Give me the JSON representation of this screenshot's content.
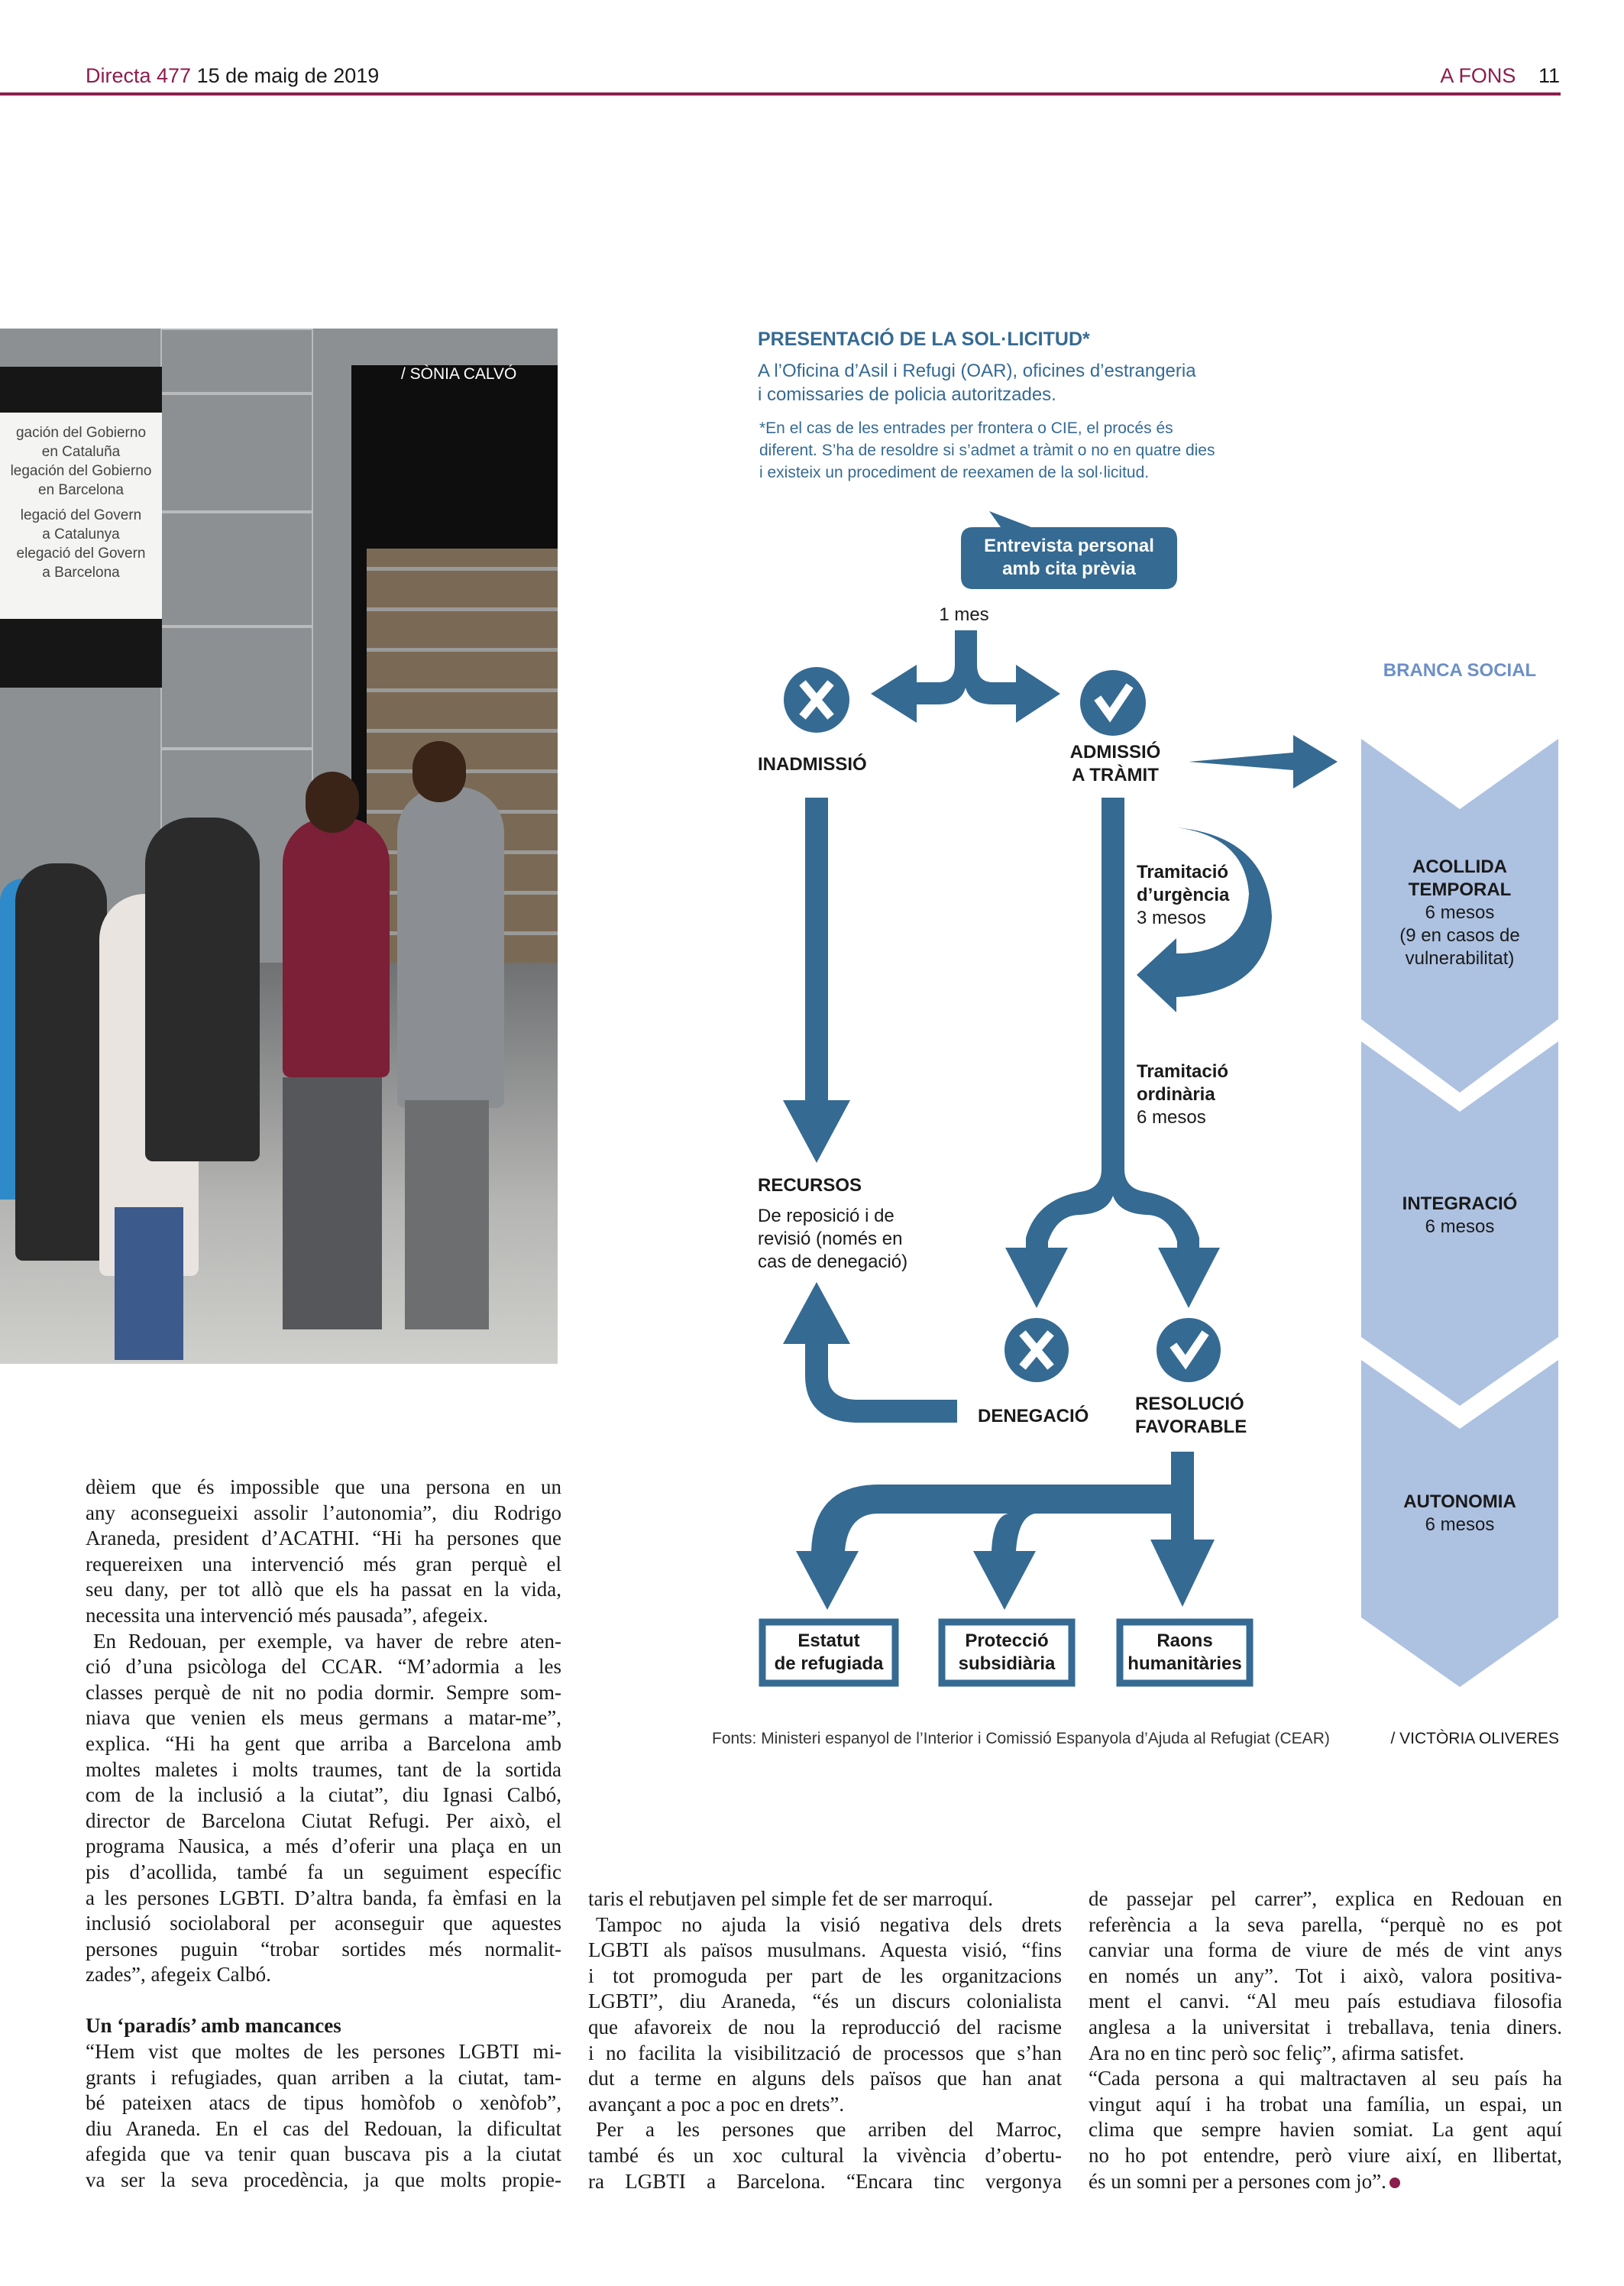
{
  "header": {
    "publication": "Directa 477",
    "date": "15 de maig de 2019",
    "section": "A FONS",
    "page_number": "11"
  },
  "photo": {
    "credit": "/ SÒNIA CALVÓ",
    "sign_lines": [
      "gación del Gobierno",
      "en Cataluña",
      "legación del Gobierno",
      "en Barcelona",
      "legació del Govern",
      "a Catalunya",
      "elegació del Govern",
      "a Barcelona"
    ]
  },
  "diagram": {
    "title": "PRESENTACIÓ DE LA SOL·LICITUD*",
    "subtitle": [
      "A l’Oficina d’Asil i Refugi (OAR), oficines d’estrangeria",
      "i comissaries de policia autoritzades."
    ],
    "note": [
      "*En el cas de les entrades per frontera o CIE, el procés és",
      "diferent. S’ha de resoldre si s’admet a tràmit o no en quatre dies",
      "i existeix un procediment de reexamen de la sol·licitud."
    ],
    "interview": [
      "Entrevista personal",
      "amb cita prèvia"
    ],
    "one_month": "1 mes",
    "inadmission": "INADMISSIÓ",
    "admission": [
      "ADMISSIÓ",
      "A TRÀMIT"
    ],
    "urgent": {
      "title": [
        "Tramitació",
        "d’urgència"
      ],
      "duration": "3 mesos"
    },
    "ordinary": {
      "title": [
        "Tramitació",
        "ordinària"
      ],
      "duration": "6 mesos"
    },
    "appeals": {
      "title": "RECURSOS",
      "text": [
        "De reposició i de",
        "revisió (només en",
        "cas de denegació)"
      ]
    },
    "denial": "DENEGACIÓ",
    "favorable": [
      "RESOLUCIÓ",
      "FAVORABLE"
    ],
    "outcomes": [
      [
        "Estatut",
        "de refugiada"
      ],
      [
        "Protecció",
        "subsidiària"
      ],
      [
        "Raons",
        "humanitàries"
      ]
    ],
    "social_branch": {
      "label": "BRANCA SOCIAL",
      "stages": [
        {
          "title": [
            "ACOLLIDA",
            "TEMPORAL"
          ],
          "text": [
            "6 mesos",
            "(9 en casos de",
            "vulnerabilitat)"
          ]
        },
        {
          "title": [
            "INTEGRACIÓ"
          ],
          "text": [
            "6 mesos"
          ]
        },
        {
          "title": [
            "AUTONOMIA"
          ],
          "text": [
            "6 mesos"
          ]
        }
      ]
    },
    "sources": "Fonts: Ministeri espanyol de l’Interior i Comissió Espanyola d’Ajuda al Refugiat (CEAR)",
    "graphic_credit": "/ VICTÒRIA OLIVERES",
    "colors": {
      "dark_blue": "#356a92",
      "light_blue": "#adc1e1",
      "accent": "#8c1d4c"
    }
  },
  "article": {
    "columns": [
      {
        "blocks": [
          {
            "type": "p",
            "indent": false,
            "lines": [
              "dèiem que és impossible que una persona en un",
              "any aconsegueixi assolir l’autonomia”, diu Rodrigo",
              "Araneda, president d’ACATHI. “Hi ha persones que",
              "requereixen una intervenció més gran perquè el",
              "seu dany, per tot allò que els ha passat en la vida,",
              "necessita una intervenció més pausada”, afegeix."
            ]
          },
          {
            "type": "p",
            "indent": true,
            "lines": [
              "En Redouan, per exemple, va haver de rebre aten-",
              "ció d’una psicòloga del CCAR. “M’adormia a les",
              "classes perquè de nit no podia dormir. Sempre som-",
              "niava que venien els meus germans a matar-me”,",
              "explica. “Hi ha gent que arriba a Barcelona amb",
              "moltes maletes i molts traumes, tant de la sortida",
              "com de la inclusió a la ciutat”, diu Ignasi Calbó,",
              "director de Barcelona Ciutat Refugi. Per això, el",
              "programa Nausica, a més d’oferir una plaça en un",
              "pis d’acollida, també fa un seguiment específic",
              "a les persones LGBTI. D’altra banda, fa èmfasi en la",
              "inclusió sociolaboral per aconseguir que aquestes",
              "persones puguin “trobar sortides més normalit-",
              "zades”, afegeix Calbó."
            ]
          },
          {
            "type": "gap"
          },
          {
            "type": "h",
            "text": "Un ‘paradís’ amb mancances"
          },
          {
            "type": "p",
            "indent": false,
            "open": true,
            "lines": [
              "“Hem vist que moltes de les persones LGBTI mi-",
              "grants i refugiades, quan arriben a la ciutat, tam-",
              "bé pateixen atacs de tipus homòfob o xenòfob”,",
              "diu Araneda. En el cas del Redouan, la dificultat",
              "afegida que va tenir quan buscava pis a la ciutat",
              "va ser la seva procedència, ja que molts propie-"
            ]
          }
        ]
      },
      {
        "blocks": [
          {
            "type": "p",
            "indent": false,
            "lines": [
              "taris el rebutjaven pel simple fet de ser marroquí."
            ]
          },
          {
            "type": "p",
            "indent": true,
            "lines": [
              "Tampoc no ajuda la visió negativa dels drets",
              "LGBTI als països musulmans. Aquesta visió, “fins",
              "i tot promoguda per part de les organitzacions",
              "LGBTI”, diu Araneda, “és un discurs colonialista",
              "que afavoreix de nou la reproducció del racisme",
              "i no facilita la visibilització de processos que s’han",
              "dut a terme en alguns dels països que han anat",
              "avançant a poc a poc en drets”."
            ]
          },
          {
            "type": "p",
            "indent": true,
            "open": true,
            "lines": [
              "Per a les persones que arriben del Marroc,",
              "també és un xoc cultural la vivència d’obertu-",
              "ra LGBTI a Barcelona. “Encara tinc vergonya"
            ]
          }
        ]
      },
      {
        "blocks": [
          {
            "type": "p",
            "indent": false,
            "lines": [
              "de passejar pel carrer”, explica en Redouan en",
              "referència a la seva parella, “perquè no es pot",
              "canviar una forma de viure de més de vint anys",
              "en només un any”. Tot i això, valora positiva-",
              "ment el canvi. “Al meu país estudiava filosofia",
              "anglesa a la universitat i treballava, tenia diners.",
              "Ara no en tinc però soc feliç”, afirma satisfet."
            ]
          },
          {
            "type": "p",
            "indent": false,
            "end": true,
            "lines": [
              "“Cada persona a qui maltractaven al seu país ha",
              "vingut aquí i ha trobat una família, un espai, un",
              "clima que sempre havien somiat. La gent aquí",
              "no ho pot entendre, però viure així, en llibertat,",
              "és un somni per a persones com jo”."
            ]
          }
        ]
      }
    ]
  }
}
